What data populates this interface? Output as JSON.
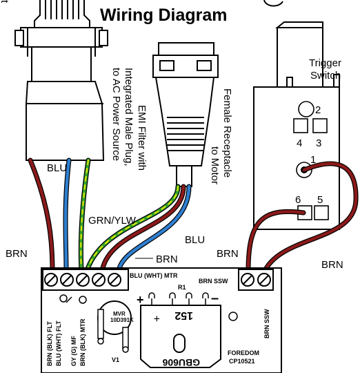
{
  "title": "Wiring Diagram",
  "top_left_fragment": "t",
  "components": {
    "emi_filter": {
      "line1": "EMI Filter with",
      "line2": "Integrated Male Plug,",
      "line3": "to AC Power Source"
    },
    "receptacle": {
      "line1": "Female Receptacle",
      "line2": "to Motor"
    },
    "trigger": {
      "line1": "Trigger",
      "line2": "Switch",
      "pins": [
        "2",
        "4",
        "3",
        "1",
        "6",
        "5"
      ]
    }
  },
  "wire_labels": {
    "blu_top": "BLU",
    "grn_ylw": "GRN/YLW",
    "blu_right": "BLU",
    "brn_center": "BRN",
    "brn_left": "BRN",
    "brn_switch_left": "BRN",
    "brn_switch_right": "BRN"
  },
  "board": {
    "label_blu_mtr": "BLU (WHT) MTR",
    "label_brn_sw_top": "BRN SSW",
    "label_r1": "R1",
    "label_brn_sw_side": "BRN SSW",
    "label_mvr": "MVR",
    "label_mvr_part": "10D391K",
    "label_v1": "V1",
    "label_rect_num": "152",
    "label_rect_part": "GBU606",
    "label_brand": "FOREDOM",
    "label_brand_part": "CP10521",
    "bottom_labels": [
      "BRN (BLK) FLT",
      "BLU (WHT) FLT",
      "GY (G) MF",
      "BRN (BLK) MTR"
    ]
  },
  "colors": {
    "brown": "#8b1a1a",
    "blue": "#2f7fd0",
    "green": "#2fa02f",
    "yellow": "#e6e600",
    "line": "#000000"
  }
}
